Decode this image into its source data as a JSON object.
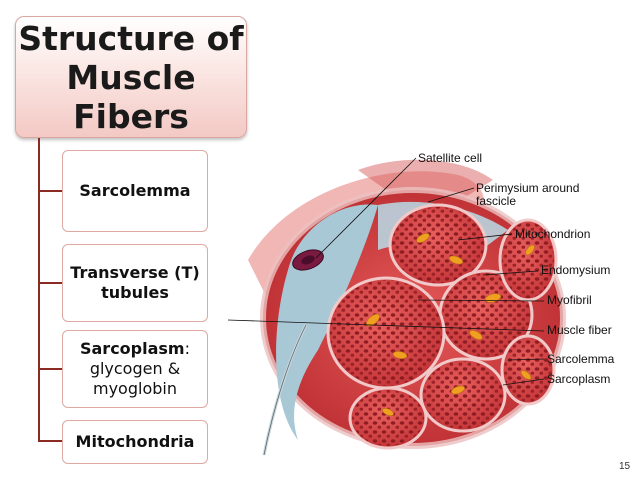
{
  "title": {
    "line1": "Structure of",
    "line2": "Muscle",
    "line3": "Fibers"
  },
  "nodes": {
    "sarcolemma": "Sarcolemma",
    "ttubules_bold1": "Transverse (",
    "ttubules_normal": "T",
    "ttubules_bold2": ")",
    "ttubules_line2": "tubules",
    "sarcoplasm_bold": "Sarcoplasm",
    "sarcoplasm_rest": ":",
    "sarcoplasm_line2": "glycogen &",
    "sarcoplasm_line3": "myoglobin",
    "mitochondria": "Mitochondria"
  },
  "diagram_labels": {
    "satellite_cell": "Satellite cell",
    "perimysium_line1": "Perimysium around",
    "perimysium_line2": "fascicle",
    "mitochondrion": "Mitochondrion",
    "endomysium": "Endomysium",
    "myofibril": "Myofibril",
    "muscle_fiber": "Muscle fiber",
    "sarcolemma": "Sarcolemma",
    "sarcoplasm": "Sarcoplasm"
  },
  "page_number": "15",
  "colors": {
    "tissue_red": "#c8383a",
    "fiber_red": "#d9464a",
    "connective_blue": "#a9c8d6",
    "mitochondria_orange": "#f0a020",
    "tree_line": "#8a2a22"
  }
}
